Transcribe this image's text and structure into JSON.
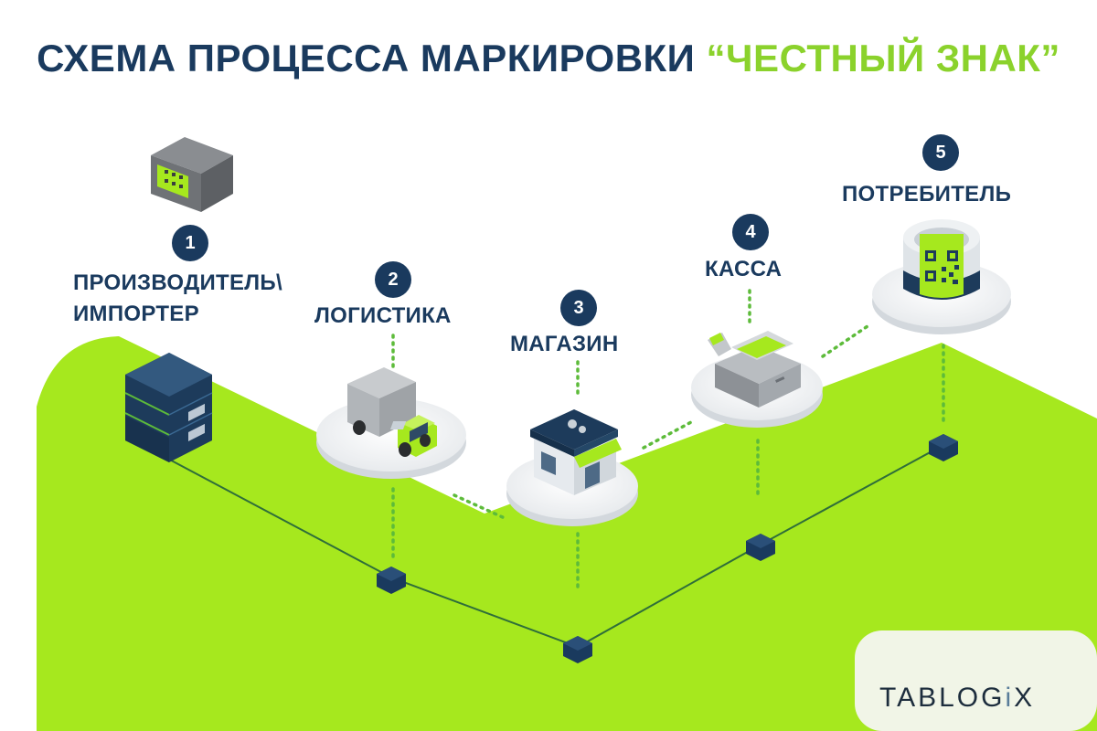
{
  "title": {
    "main": "СХЕМА ПРОЦЕССА МАРКИРОВКИ",
    "accent": "“ЧЕСТНЫЙ ЗНАК”"
  },
  "steps": [
    {
      "number": "1",
      "label_line1": "ПРОИЗВОДИТЕЛЬ\\",
      "label_line2": "ИМПОРТЕР",
      "icon": "box-icon"
    },
    {
      "number": "2",
      "label": "ЛОГИСТИКА",
      "icon": "truck-icon"
    },
    {
      "number": "3",
      "label": "МАГАЗИН",
      "icon": "store-icon"
    },
    {
      "number": "4",
      "label": "КАССА",
      "icon": "cash-register-icon"
    },
    {
      "number": "5",
      "label": "ПОТРЕБИТЕЛЬ",
      "icon": "qr-code-icon"
    }
  ],
  "logo": {
    "text_main": "TABLOG",
    "text_i": "i",
    "text_x": "X"
  },
  "colors": {
    "navy": "#1a3a5e",
    "green": "#a6e81e",
    "accent_green": "#8bd22c"
  }
}
